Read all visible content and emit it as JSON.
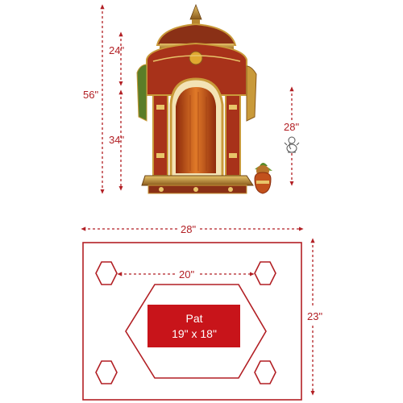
{
  "colors": {
    "accent_red": "#b21f24",
    "pat_fill": "#c8141a",
    "temple_gold": "#c99a3a",
    "temple_red": "#a8321a",
    "inner_orange": "#d0641a"
  },
  "elevation": {
    "dome_height_label": "24\"",
    "base_height_label": "34\"",
    "total_height_label": "56\"",
    "ganesh_height_label": "28\"",
    "ganesh_icon": "ganesh-idol-icon",
    "temple_image": "wooden-mandir-image",
    "kalash_image": "kalash-pot-image"
  },
  "plan": {
    "width_label": "28\"",
    "inner_width_label": "20\"",
    "depth_label": "23\"",
    "pat_title": "Pat",
    "pat_size": "19\" x 18\""
  }
}
